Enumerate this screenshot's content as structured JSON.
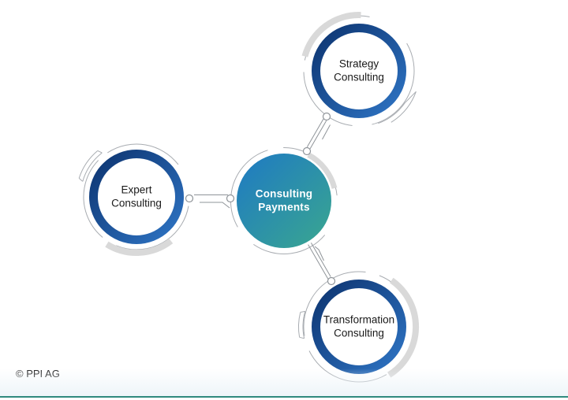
{
  "diagram": {
    "center_node": {
      "id": "consulting-payments",
      "lines": [
        "Consulting",
        "Payments"
      ],
      "text_color": "#ffffff",
      "gradient": {
        "start": "#1e79c4",
        "end": "#3aa78f"
      }
    },
    "satellite_nodes": [
      {
        "id": "strategy-consulting",
        "lines": [
          "Strategy",
          "Consulting"
        ]
      },
      {
        "id": "expert-consulting",
        "lines": [
          "Expert",
          "Consulting"
        ]
      },
      {
        "id": "transformation-consulting",
        "lines": [
          "Transformation",
          "Consulting"
        ]
      }
    ],
    "ring_gradient": {
      "start": "#0d3470",
      "end": "#2e74c4"
    },
    "text_color": "#1a1a1a",
    "decor": {
      "thin_arc_color": "#a8acb1",
      "thick_arc_color": "#d9d9d9",
      "connector_color": "#8f9499"
    }
  },
  "footer": {
    "copyright_label": "© PPI AG",
    "bar_color": "#2f8a7e"
  }
}
